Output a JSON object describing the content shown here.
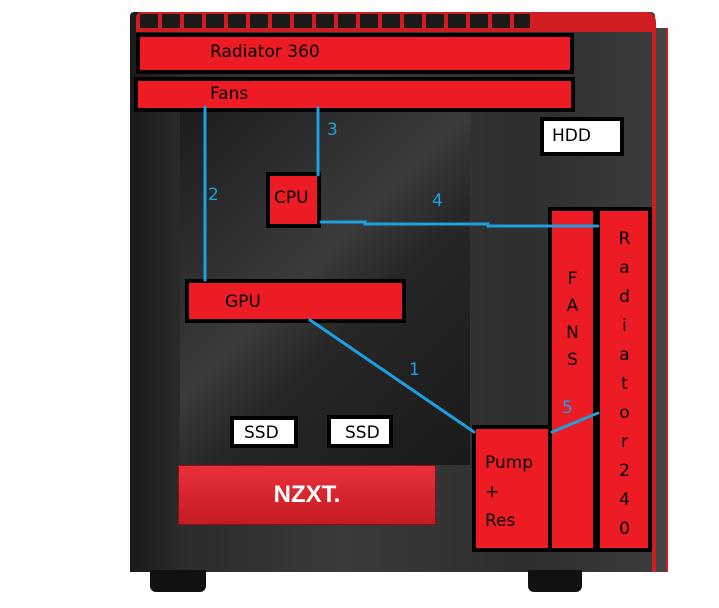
{
  "labels": {
    "radiator360": "Radiator 360",
    "fans_top": "Fans",
    "hdd": "HDD",
    "cpu": "CPU",
    "gpu": "GPU",
    "fans_side": "FANS",
    "radiator240": "Radiator240",
    "pump_res": [
      "Pump",
      "+",
      "Res"
    ],
    "ssd1": "SSD",
    "ssd2": "SSD",
    "brand": "NZXT."
  },
  "tube_numbers": {
    "n1": "1",
    "n2": "2",
    "n3": "3",
    "n4": "4",
    "n5": "5"
  },
  "colors": {
    "component_fill": "#ed1c24",
    "tube_line": "#1ca0e0",
    "case_red": "#d11d22"
  }
}
